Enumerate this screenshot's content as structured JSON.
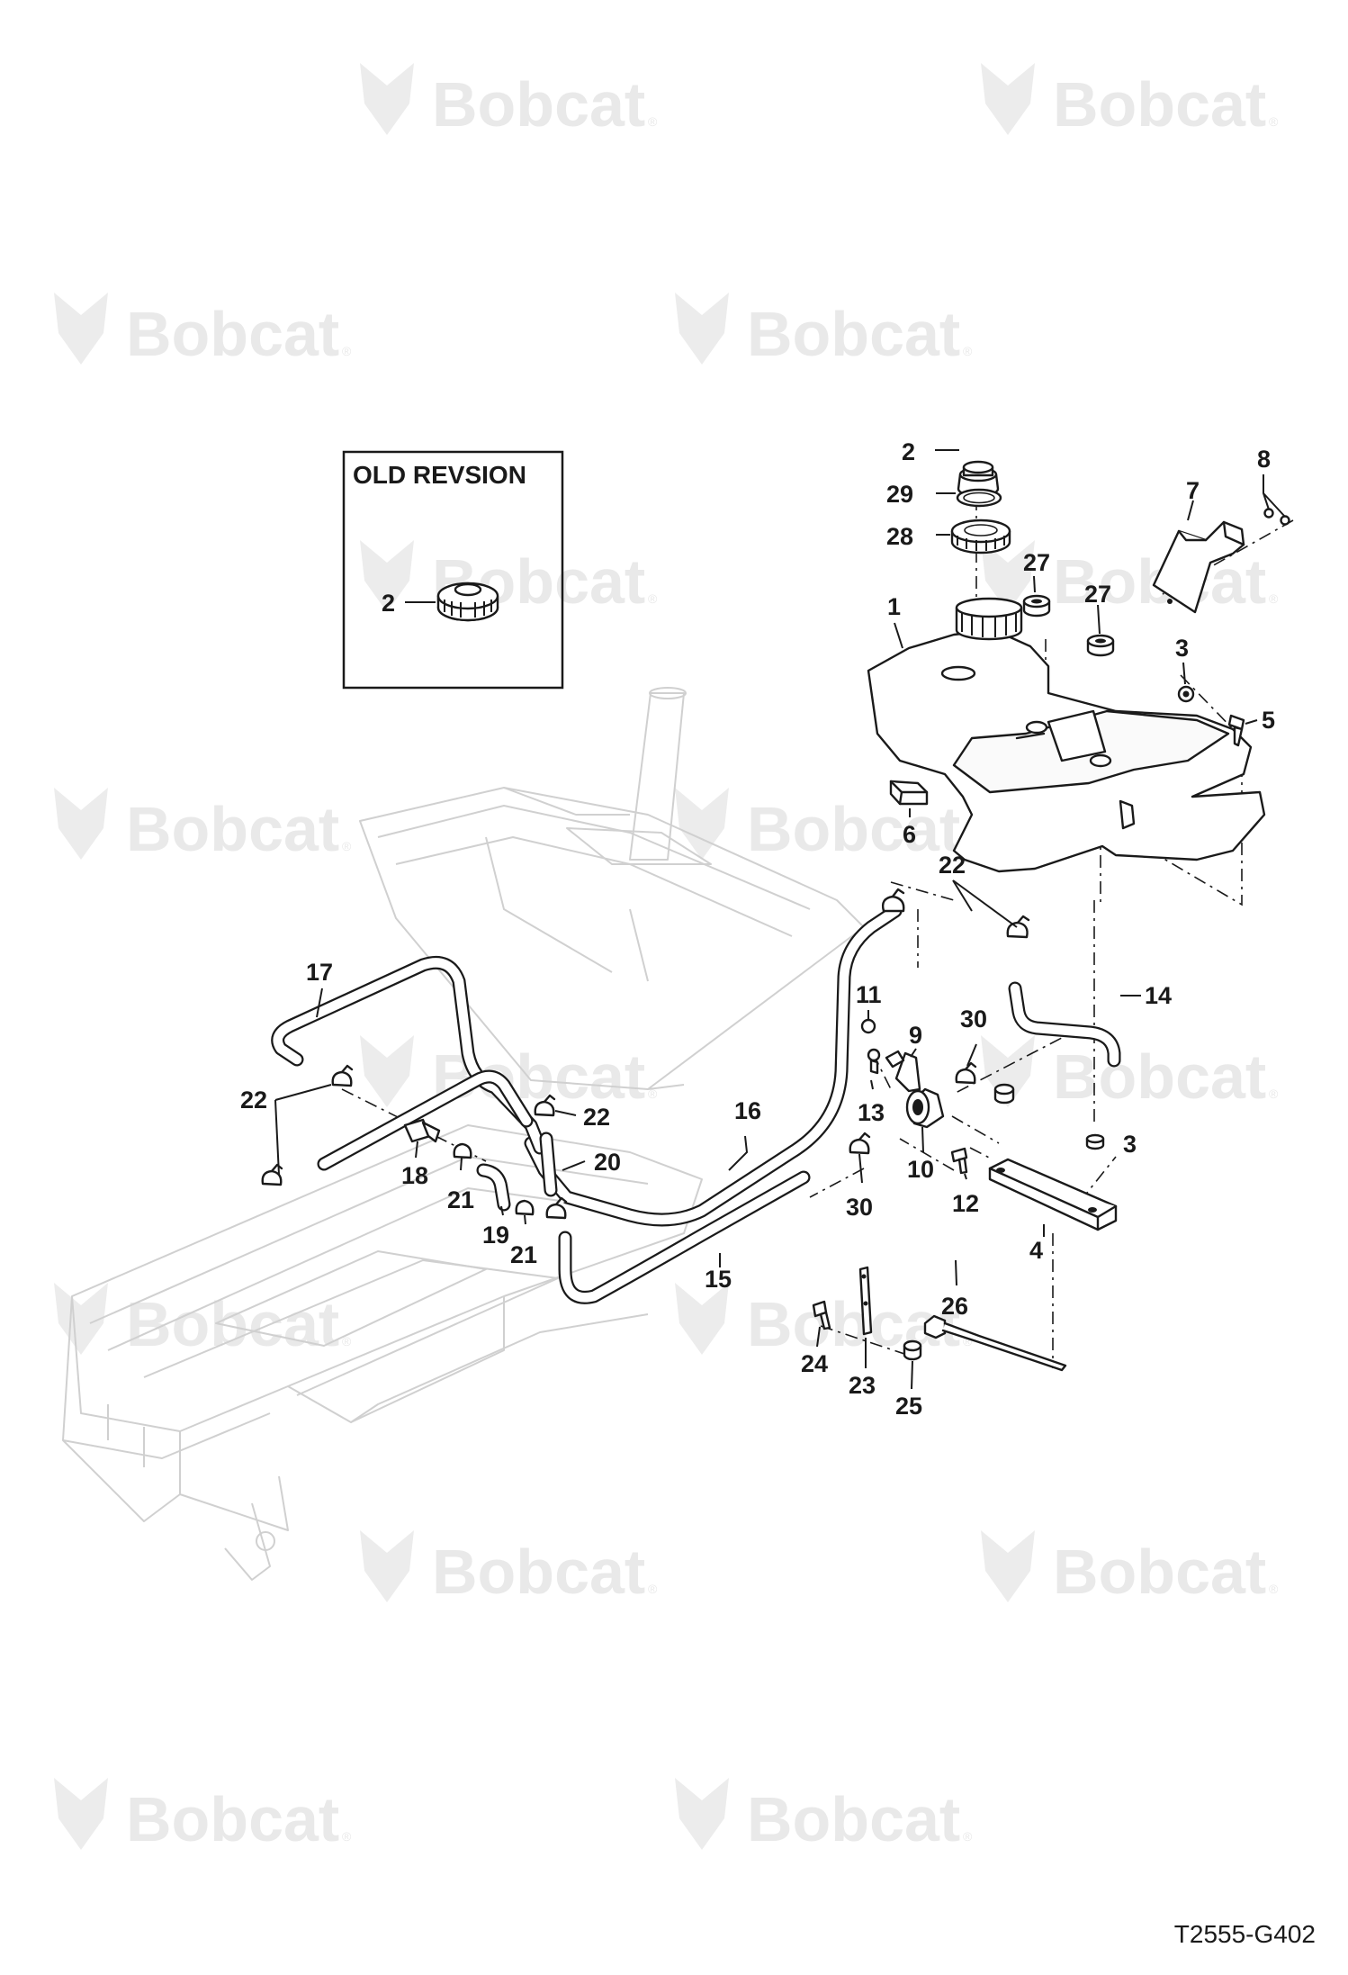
{
  "watermark": {
    "brand": "Bobcat",
    "mark": "®",
    "icon": "bobcat-head-icon"
  },
  "old_revision": {
    "title": "OLD REVSION",
    "label": "2"
  },
  "drawing_code": "T2555-G402",
  "callouts": [
    {
      "id": "c1",
      "text": "1"
    },
    {
      "id": "c2",
      "text": "2"
    },
    {
      "id": "c29",
      "text": "29"
    },
    {
      "id": "c28",
      "text": "28"
    },
    {
      "id": "c27a",
      "text": "27"
    },
    {
      "id": "c27b",
      "text": "27"
    },
    {
      "id": "c8",
      "text": "8"
    },
    {
      "id": "c7",
      "text": "7"
    },
    {
      "id": "c3a",
      "text": "3"
    },
    {
      "id": "c5",
      "text": "5"
    },
    {
      "id": "c6",
      "text": "6"
    },
    {
      "id": "c22a",
      "text": "22"
    },
    {
      "id": "c14",
      "text": "14"
    },
    {
      "id": "c17",
      "text": "17"
    },
    {
      "id": "c11",
      "text": "11"
    },
    {
      "id": "c9",
      "text": "9"
    },
    {
      "id": "c30a",
      "text": "30"
    },
    {
      "id": "c22b",
      "text": "22"
    },
    {
      "id": "c13",
      "text": "13"
    },
    {
      "id": "c22c",
      "text": "22"
    },
    {
      "id": "c16",
      "text": "16"
    },
    {
      "id": "c3b",
      "text": "3"
    },
    {
      "id": "c10",
      "text": "10"
    },
    {
      "id": "c20",
      "text": "20"
    },
    {
      "id": "c18",
      "text": "18"
    },
    {
      "id": "c21a",
      "text": "21"
    },
    {
      "id": "c30b",
      "text": "30"
    },
    {
      "id": "c12",
      "text": "12"
    },
    {
      "id": "c4",
      "text": "4"
    },
    {
      "id": "c19",
      "text": "19"
    },
    {
      "id": "c21b",
      "text": "21"
    },
    {
      "id": "c15",
      "text": "15"
    },
    {
      "id": "c26",
      "text": "26"
    },
    {
      "id": "c24",
      "text": "24"
    },
    {
      "id": "c23",
      "text": "23"
    },
    {
      "id": "c25",
      "text": "25"
    }
  ]
}
